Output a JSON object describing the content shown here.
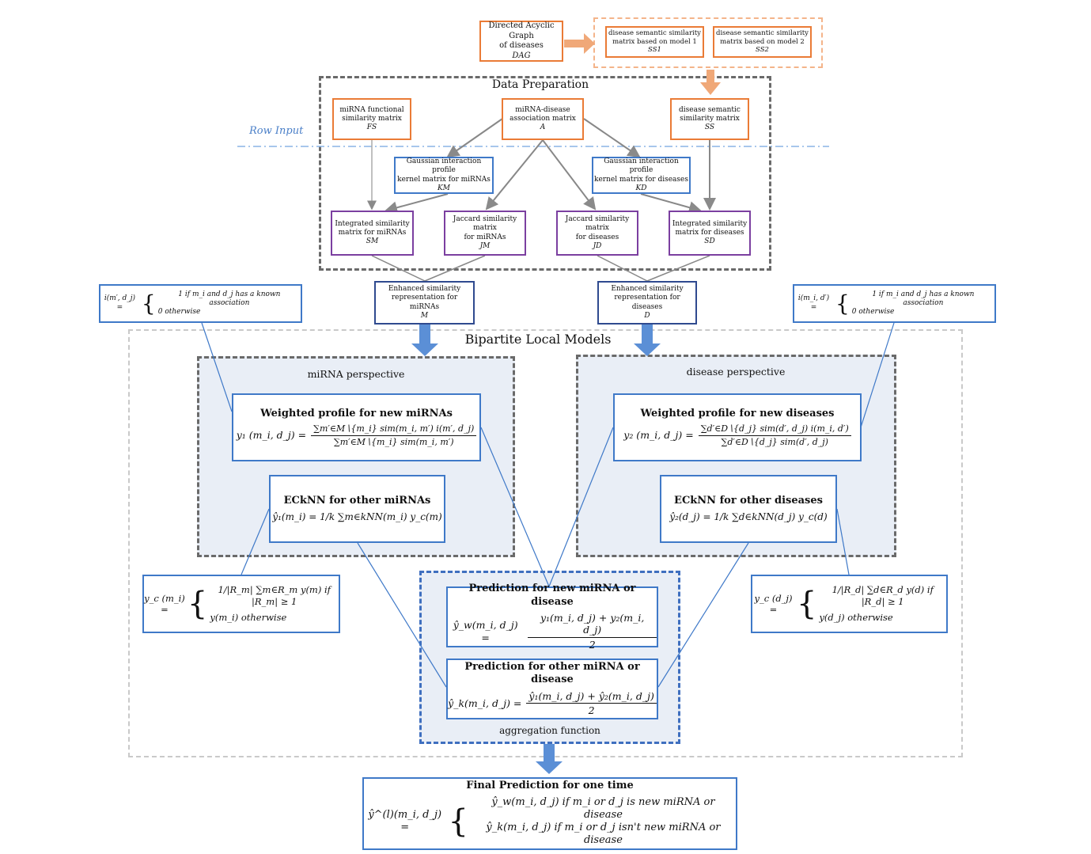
{
  "top": {
    "dag": {
      "line1": "Directed Acyclic Graph",
      "line2": "of diseases",
      "abbr": "DAG"
    },
    "ss1": {
      "line1": "disease semantic similarity",
      "line2": "matrix based on model 1",
      "abbr": "SS1"
    },
    "ss2": {
      "line1": "disease semantic similarity",
      "line2": "matrix based on model 2",
      "abbr": "SS2"
    }
  },
  "prep": {
    "title": "Data Preparation",
    "row_input": "Row Input",
    "fs": {
      "line1": "miRNA functional",
      "line2": "similarity matrix",
      "abbr": "FS"
    },
    "a": {
      "line1": "miRNA-disease",
      "line2": "association matrix",
      "abbr": "A"
    },
    "ss": {
      "line1": "disease semantic",
      "line2": "similarity matrix",
      "abbr": "SS"
    },
    "km": {
      "line1": "Gaussian interaction profile",
      "line2": "kernel matrix for miRNAs",
      "abbr": "KM"
    },
    "kd": {
      "line1": "Gaussian interaction profile",
      "line2": "kernel matrix for diseases",
      "abbr": "KD"
    },
    "sm": {
      "line1": "Integrated similarity",
      "line2": "matrix for miRNAs",
      "abbr": "SM"
    },
    "jm": {
      "line1": "Jaccard similarity matrix",
      "line2": "for miRNAs",
      "abbr": "JM"
    },
    "jd": {
      "line1": "Jaccard similarity matrix",
      "line2": "for diseases",
      "abbr": "JD"
    },
    "sd": {
      "line1": "Integrated similarity",
      "line2": "matrix for diseases",
      "abbr": "SD"
    }
  },
  "enhanced": {
    "m": {
      "line1": "Enhanced similarity",
      "line2": "representation for miRNAs",
      "abbr": "M"
    },
    "d": {
      "line1": "Enhanced similarity",
      "line2": "representation for diseases",
      "abbr": "D"
    }
  },
  "indicators": {
    "left": {
      "lhs": "i(m′, d_j) =",
      "case1": "1 if m_i and d_j has a known association",
      "case2": "0 otherwise"
    },
    "right": {
      "lhs": "i(m_i, d′) =",
      "case1": "1 if m_i and d_j has a known association",
      "case2": "0 otherwise"
    }
  },
  "blm": {
    "title": "Bipartite Local Models",
    "mirna": {
      "label": "miRNA perspective",
      "weighted_title": "Weighted profile for new miRNAs",
      "weighted_lhs": "y₁ (m_i, d_j) =",
      "weighted_num": "∑m′∈M∖{m_i} sim(m_i, m′) i(m′, d_j)",
      "weighted_den": "∑m′∈M∖{m_i} sim(m_i, m′)",
      "ecknn_title": "ECkNN for other miRNAs",
      "ecknn_formula": "ŷ₁(m_i) = 1/k ∑m∈kNN(m_i) y_c(m)"
    },
    "disease": {
      "label": "disease perspective",
      "weighted_title": "Weighted profile for new diseases",
      "weighted_lhs": "y₂ (m_i, d_j) =",
      "weighted_num": "∑d′∈D∖{d_j} sim(d′, d_j) i(m_i, d′)",
      "weighted_den": "∑d′∈D∖{d_j} sim(d′, d_j)",
      "ecknn_title": "ECkNN for other diseases",
      "ecknn_formula": "ŷ₂(d_j) = 1/k ∑d∈kNN(d_j) y_c(d)"
    },
    "yc_left": {
      "lhs": "y_c (m_i) =",
      "case1": "1/|R_m| ∑m∈R_m y(m) if |R_m| ≥ 1",
      "case2": "y(m_i) otherwise"
    },
    "yc_right": {
      "lhs": "y_c (d_j) =",
      "case1": "1/|R_d| ∑d∈R_d y(d) if |R_d| ≥ 1",
      "case2": "y(d_j) otherwise"
    },
    "agg": {
      "label": "aggregation function",
      "new_title": "Prediction for new miRNA or disease",
      "new_lhs": "ŷ_w(m_i, d_j) =",
      "new_num": "y₁(m_i, d_j) + y₂(m_i, d_j)",
      "new_den": "2",
      "other_title": "Prediction for other miRNA or disease",
      "other_lhs": "ŷ_k(m_i, d_j) =",
      "other_num": "ŷ₁(m_i, d_j) + ŷ₂(m_i, d_j)",
      "other_den": "2"
    }
  },
  "final": {
    "title": "Final Prediction for one time",
    "lhs": "ŷ^(l)(m_i, d_j) =",
    "case1": "ŷ_w(m_i, d_j) if m_i or d_j is new miRNA or disease",
    "case2": "ŷ_k(m_i, d_j) if m_i or d_j isn't new miRNA or disease"
  },
  "colors": {
    "orange": "#ea7b36",
    "purple": "#7b3fa0",
    "blue": "#3f79c8",
    "navy": "#2f4a8f",
    "arrow": "#5b8fd6",
    "peach": "#f4b48a",
    "panel": "#e9eef6"
  }
}
